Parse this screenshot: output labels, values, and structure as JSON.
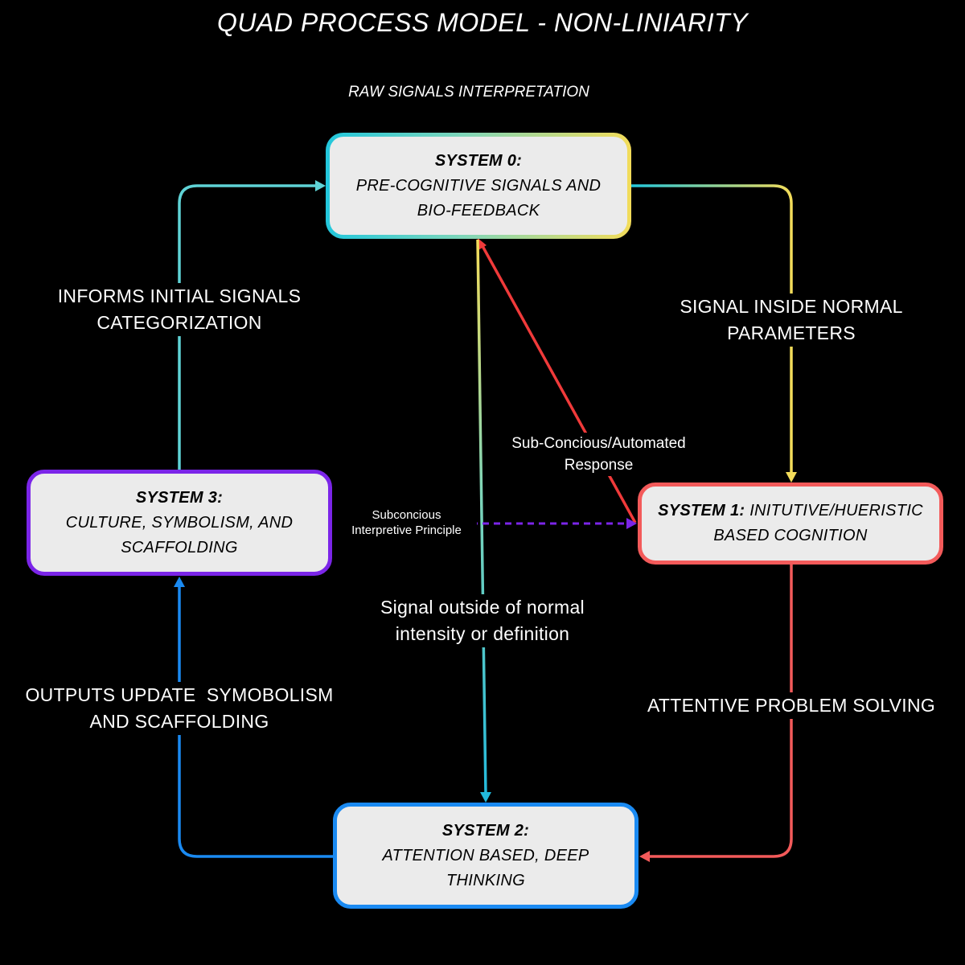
{
  "title": "QUAD PROCESS MODEL - NON-LINIARITY",
  "subtitle": "RAW SIGNALS INTERPRETATION",
  "nodes": {
    "system0": {
      "heading": "SYSTEM 0:",
      "line1": "PRE-COGNITIVE SIGNALS AND",
      "line2": "BIO-FEEDBACK"
    },
    "system1": {
      "heading": "SYSTEM 1:",
      "inline": "INITUTIVE/HUERISTIC",
      "line2": "BASED COGNITION"
    },
    "system2": {
      "heading": "SYSTEM 2:",
      "line1": "ATTENTION BASED, DEEP",
      "line2": "THINKING"
    },
    "system3": {
      "heading": "SYSTEM 3:",
      "line1": "CULTURE, SYMBOLISM, AND",
      "line2": "SCAFFOLDING"
    }
  },
  "edges": {
    "s3_to_s0": {
      "line1": "INFORMS INITIAL SIGNALS",
      "line2": "CATEGORIZATION"
    },
    "s0_to_s1": {
      "line1": "SIGNAL INSIDE NORMAL",
      "line2": "PARAMETERS"
    },
    "s1_to_s0": {
      "line1": "Sub-Concious/Automated",
      "line2": "Response"
    },
    "s3_to_s1": {
      "line1": "Subconcious",
      "line2": "Interpretive Principle"
    },
    "s0_to_s2": {
      "line1": "Signal outside of normal",
      "line2": "intensity or definition"
    },
    "s1_to_s2": {
      "line1": "ATTENTIVE PROBLEM SOLVING"
    },
    "s2_to_s3": {
      "line1": "OUTPUTS UPDATE  SYMOBOLISM",
      "line2": "AND SCAFFOLDING"
    }
  },
  "colors": {
    "background": "#000000",
    "node_fill": "#ebebeb",
    "system0_border_start": "#22c7dc",
    "system0_border_end": "#f3dc5a",
    "system1_border": "#f35a5a",
    "system2_border": "#1a8af2",
    "system3_border": "#7b25e8",
    "arrow_cyan": "#5fd3d6",
    "arrow_yellow": "#f3dc5a",
    "arrow_red": "#f03a3a",
    "arrow_coral": "#f35a5a",
    "arrow_blue": "#1a8af2",
    "arrow_purple": "#7b25e8"
  }
}
